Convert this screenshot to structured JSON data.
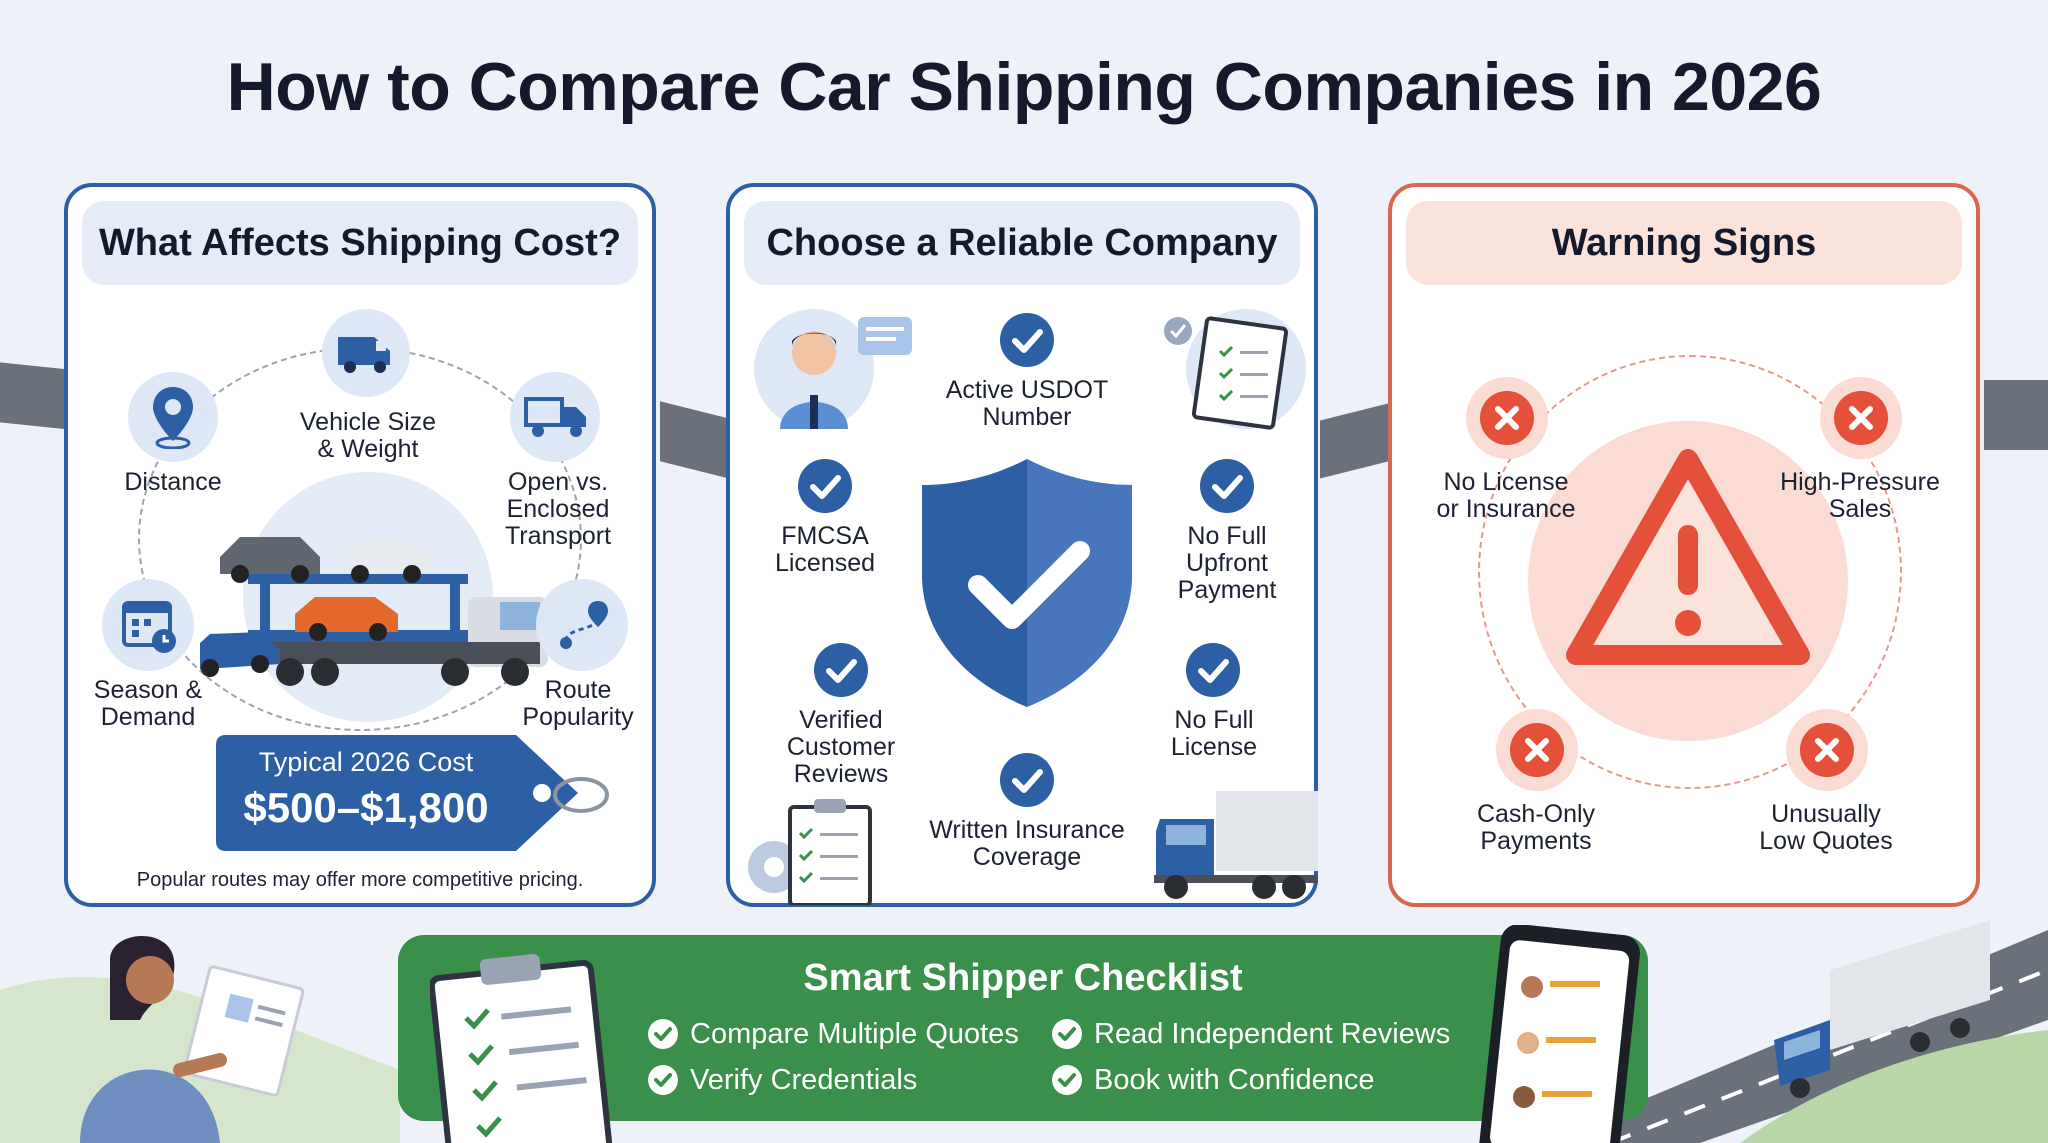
{
  "title": "How to Compare Car Shipping Companies in 2026",
  "colors": {
    "blue": "#2d5fa5",
    "red": "#e5503a",
    "green": "#3a8f4a"
  },
  "cost_panel": {
    "heading": "What Affects Shipping Cost?",
    "factors": {
      "vehicle": "Vehicle Size\n& Weight",
      "distance": "Distance",
      "transport": "Open vs.\nEnclosed\nTransport",
      "season": "Season &\nDemand",
      "route": "Route\nPopularity"
    },
    "price_tag": {
      "label": "Typical 2026 Cost",
      "value": "$500–$1,800"
    },
    "note": "Popular routes may offer more competitive pricing."
  },
  "reliable_panel": {
    "heading": "Choose a Reliable Company",
    "items": {
      "usdot": "Active USDOT\nNumber",
      "fmcsa": "FMCSA\nLicensed",
      "upfront": "No Full\nUpfront\nPayment",
      "reviews": "Verified\nCustomer\nReviews",
      "license": "No Full\nLicense",
      "insurance": "Written Insurance\nCoverage"
    }
  },
  "warning_panel": {
    "heading": "Warning Signs",
    "items": {
      "no_license": "No License\nor Insurance",
      "pressure": "High-Pressure\nSales",
      "cash": "Cash-Only\nPayments",
      "low_quotes": "Unusually\nLow Quotes"
    }
  },
  "checklist": {
    "title": "Smart Shipper Checklist",
    "items": [
      "Compare Multiple Quotes",
      "Read Independent Reviews",
      "Verify Credentials",
      "Book with Confidence"
    ]
  }
}
